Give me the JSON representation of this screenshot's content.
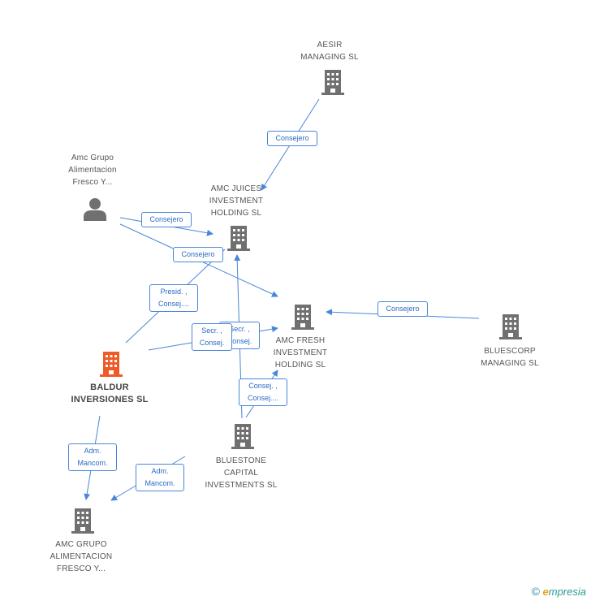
{
  "nodes": {
    "aesir": "AESIR\nMANAGING  SL",
    "amc_persona": "Amc Grupo\nAlimentacion\nFresco Y...",
    "amc_juices": "AMC JUICES\nINVESTMENT\nHOLDING  SL",
    "amc_fresh": "AMC FRESH\nINVESTMENT\nHOLDING  SL",
    "bluescorp": "BLUESCORP\nMANAGING  SL",
    "baldur": "BALDUR\nINVERSIONES SL",
    "bluestone": "BLUESTONE\nCAPITAL\nINVESTMENTS SL",
    "amc_grupo": "AMC GRUPO\nALIMENTACION\nFRESCO Y..."
  },
  "edge_labels": {
    "aesir_juices": "Consejero",
    "persona_juices": "Consejero",
    "persona_fresh": "Consejero",
    "baldur_juices": "Presid. ,\nConsej....",
    "bluescorp_fresh": "Consejero",
    "bluestone_juices": "Secr. ,\nConsej.",
    "baldur_fresh": "Secr. ,\nConsej.",
    "bluestone_fresh": "Consej. ,\nConsej....",
    "baldur_grupo": "Adm.\nMancom.",
    "bluestone_grupo": "Adm.\nMancom."
  },
  "colors": {
    "edge": "#4a86d8",
    "company_icon": "#707070",
    "main_icon": "#f05a28",
    "person_icon": "#707070"
  },
  "footer": {
    "copyright_symbol": "©",
    "brand_initial": "e",
    "brand_rest": "mpresia"
  }
}
